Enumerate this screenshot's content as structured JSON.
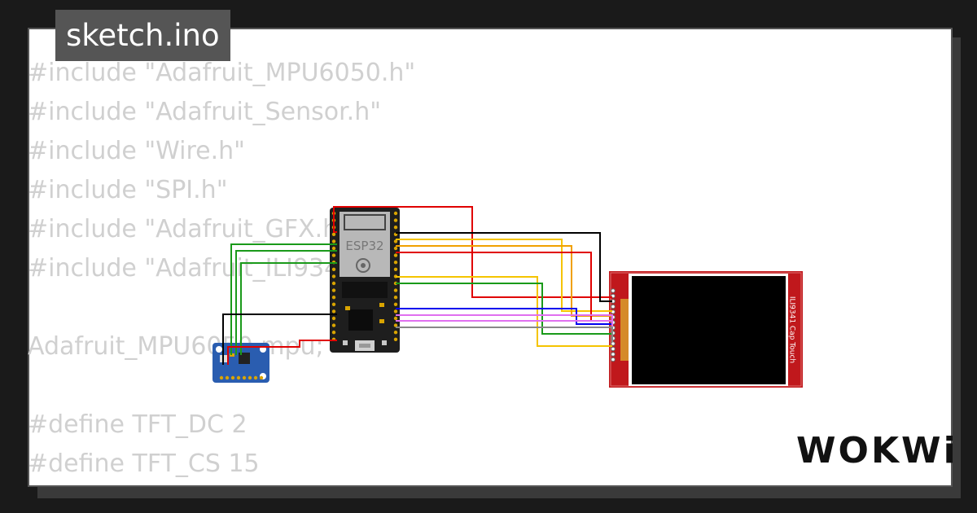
{
  "tab": {
    "filename": "sketch.ino"
  },
  "code_lines": [
    "#include \"Adafruit_MPU6050.h\"",
    "#include \"Adafruit_Sensor.h\"",
    "#include \"Wire.h\"",
    "#include \"SPI.h\"",
    "#include \"Adafruit_GFX.h\"",
    "#include \"Adafruit_ILI9341.h\"",
    "",
    "Adafruit_MPU6050 mpu;",
    "",
    "#define TFT_DC 2",
    "#define TFT_CS 15"
  ],
  "components": {
    "mcu_label": "ESP32",
    "display_label": "ILI9341 Cap Touch"
  },
  "brand": {
    "logo": "WOKWi"
  },
  "colors": {
    "background": "#1a1a1a",
    "card": "#ffffff",
    "tab": "#555555",
    "code_text": "#d0d0d0",
    "pcb_red": "#c0181c",
    "mcu_board": "#1e1e1e",
    "sensor_board": "#2a5db0",
    "wire_red": "#e00000",
    "wire_black": "#000000",
    "wire_yellow": "#f5c400",
    "wire_green": "#1a9a1a",
    "wire_blue": "#0000ee",
    "wire_violet": "#e070f0",
    "wire_gray": "#888888"
  },
  "icons": [
    "esp32-logo-icon",
    "usb-port-icon"
  ]
}
